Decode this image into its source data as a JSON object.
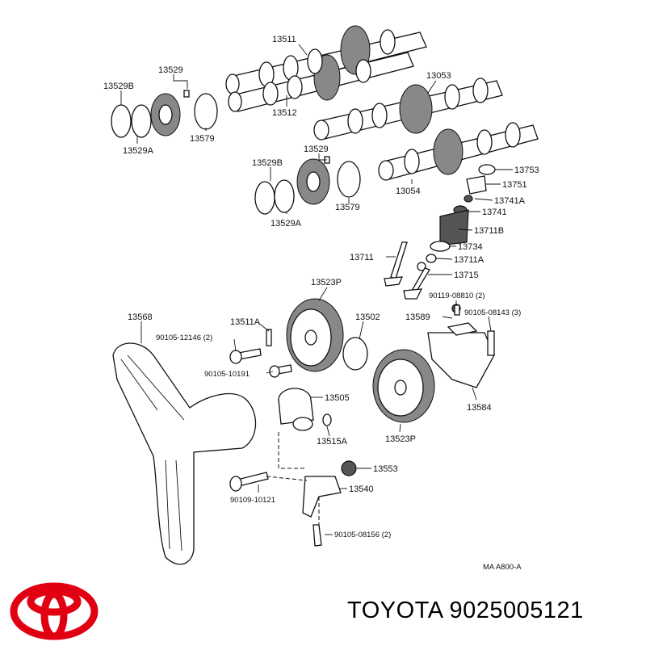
{
  "diagram": {
    "labels": {
      "p13511_top": "13511",
      "p13512": "13512",
      "p13529_a": "13529",
      "p13529B_a": "13529B",
      "p13529A_a": "13529A",
      "p13579_a": "13579",
      "p13053": "13053",
      "p13529B_b": "13529B",
      "p13529_b": "13529",
      "p13579_b": "13579",
      "p13529A_b": "13529A",
      "p13054": "13054",
      "p13753": "13753",
      "p13751": "13751",
      "p13741A": "13741A",
      "p13741": "13741",
      "p13711B": "13711B",
      "p13734": "13734",
      "p13711": "13711",
      "p13711A": "13711A",
      "p13715": "13715",
      "p90119": "90119-08810 (2)",
      "p13589": "13589",
      "p90105_08143": "90105-08143 (3)",
      "p13523P_top": "13523P",
      "p13502": "13502",
      "p13568": "13568",
      "p13511A": "13511A",
      "p90105_12146": "90105-12146 (2)",
      "p90105_10191": "90105-10191",
      "p13505": "13505",
      "p13584": "13584",
      "p13515A": "13515A",
      "p13523P_bot": "13523P",
      "p13553": "13553",
      "p13540": "13540",
      "p90109": "90109-10121",
      "p90105_08156": "90105-08156 (2)",
      "ref_code": "MA  A800-A"
    }
  },
  "branding": {
    "logo_icon": "toyota-logo-icon",
    "logo_color": "#e00012",
    "caption": "TOYOTA 9025005121"
  }
}
